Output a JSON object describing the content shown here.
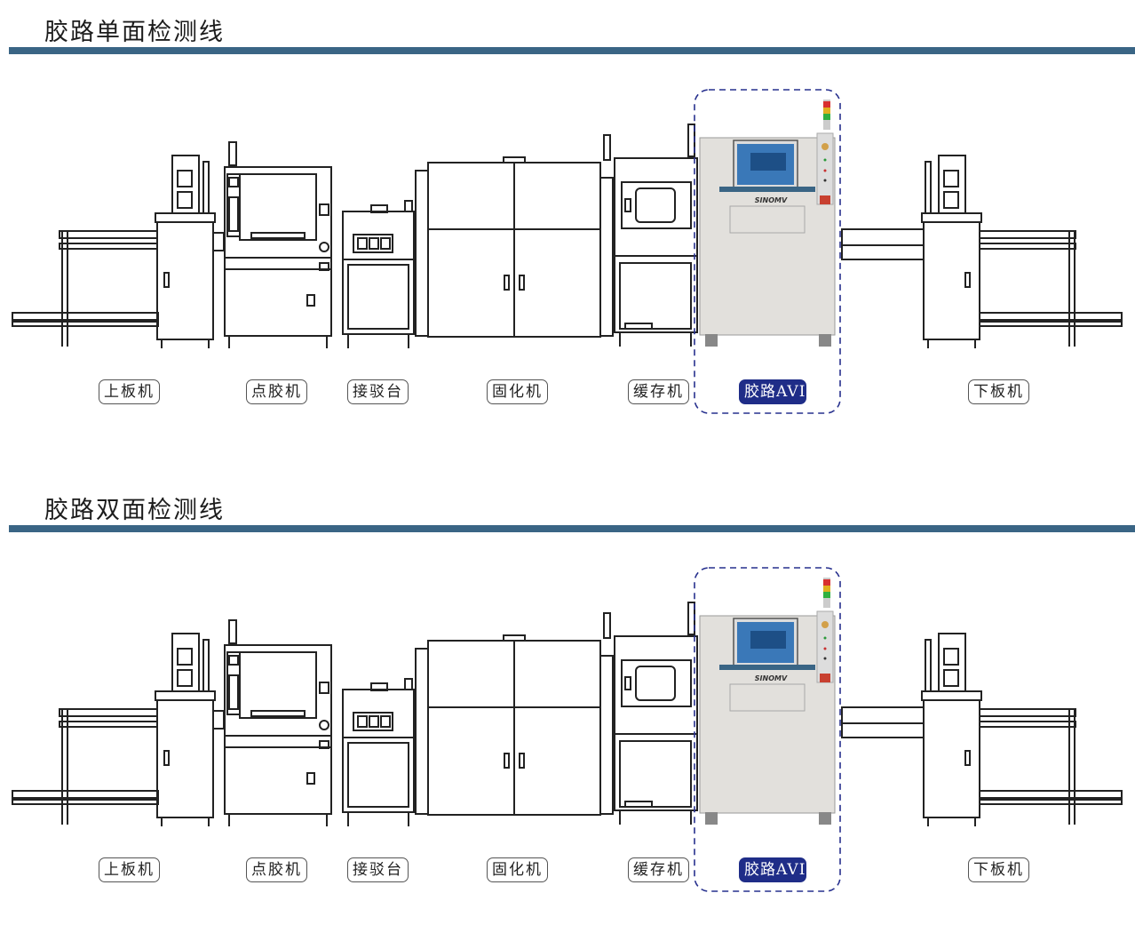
{
  "lines": [
    {
      "title": "胶路单面检测线",
      "machines": [
        "上板机",
        "点胶机",
        "接驳台",
        "固化机",
        "缓存机",
        "胶路AVI",
        "下板机"
      ],
      "highlighted": "胶路AVI",
      "brand": "SINOMV"
    },
    {
      "title": "胶路双面检测线",
      "machines": [
        "上板机",
        "点胶机",
        "接驳台",
        "固化机",
        "缓存机",
        "胶路AVI",
        "下板机"
      ],
      "highlighted": "胶路AVI",
      "brand": "SINOMV"
    }
  ],
  "colors": {
    "rule": "#3a6585",
    "highlight_fill": "#1f2d88",
    "highlight_border": "#1f2d88",
    "avi_body": "#e2e0dc",
    "line_stroke": "#222222"
  }
}
